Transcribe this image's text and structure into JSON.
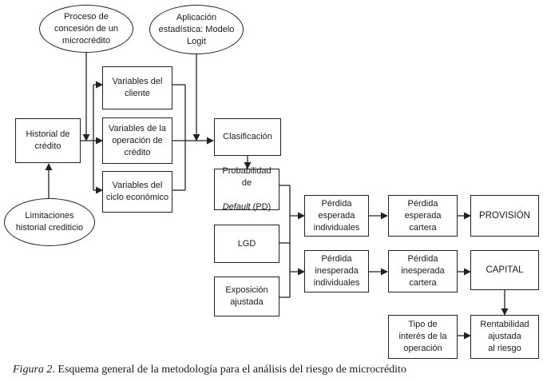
{
  "nodes": {
    "proceso": "Proceso de\nconcesión de un\nmicrocrédito",
    "aplicacion": "Aplicación\nestadística: Modelo\nLogit",
    "historial": "Historial de\ncrédito",
    "limitaciones": "Limitaciones\nhistorial crediticio",
    "var_cliente": "Variables del\ncliente",
    "var_operacion": "Variables de la\noperación de\ncrédito",
    "var_ciclo": "Variables del\nciclo económico",
    "clasificacion": "Clasificación",
    "pd_line1": "Probabilidad de",
    "pd_default": "Default",
    "pd_suffix": " (PD)",
    "lgd": "LGD",
    "exposicion": "Exposición\najustada",
    "perdida_esp_ind": "Pérdida\nesperada\nindividuales",
    "perdida_esp_cart": "Pérdida\nesperada\ncartera",
    "provision": "PROVISIÓN",
    "perdida_inesp_ind": "Pérdida\ninesperada\nindividuales",
    "perdida_inesp_cart": "Pérdida\ninesperada\ncartera",
    "capital": "CAPITAL",
    "tipo_interes": "Tipo de\ninterés de la\noperación",
    "rentabilidad": "Rentabilidad\najustada\nal riesgo"
  },
  "caption": {
    "label": "Figura 2",
    "text": ". Esquema general de la metodología para el análisis del riesgo de microcrédito"
  },
  "colors": {
    "stroke": "#222222",
    "text": "#1a1a1a",
    "background": "#ffffff"
  }
}
